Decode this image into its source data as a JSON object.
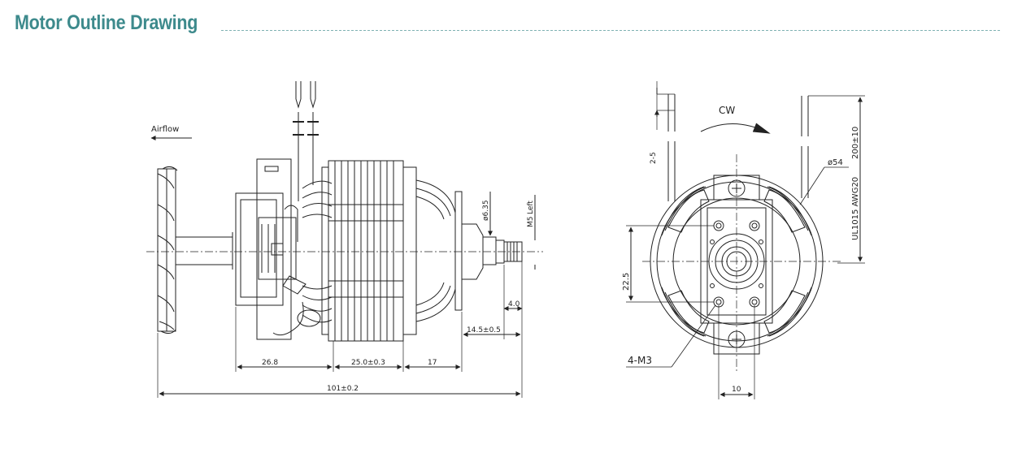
{
  "title": "Motor Outline Drawing",
  "side_view": {
    "airflow_label": "Airflow",
    "dims": {
      "d_shaft": "ø6.35",
      "thread": "M5",
      "thread_dir": "Left",
      "d_26_8": "26.8",
      "d_25": "25.0±0.3",
      "d_17": "17",
      "d_4": "4.0",
      "d_14_5": "14.5±0.5",
      "d_101": "101±0.2"
    }
  },
  "front_view": {
    "rotation_label": "CW",
    "dims": {
      "d_2_5": "2-5",
      "d_54": "ø54",
      "wire_spec": "UL1015  AWG20",
      "d_200": "200±10",
      "d_22_5": "22.5",
      "holes": "4-M3",
      "d_10": "10"
    }
  }
}
